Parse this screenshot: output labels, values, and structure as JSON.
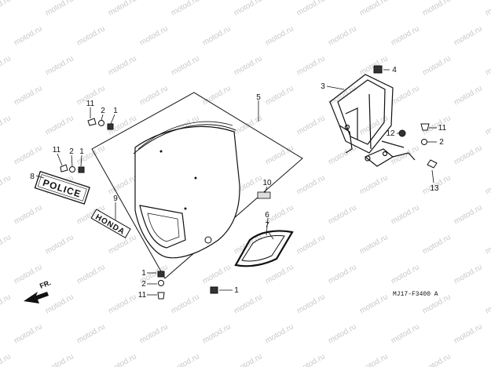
{
  "diagram": {
    "watermark_text": "motod.ru",
    "diagram_code": "MJ17-F3400 A",
    "direction_label": "FR.",
    "decal_police": "POLICE",
    "decal_honda": "HONDA",
    "callouts": {
      "c1_left_top": "1",
      "c2_left_top": "2",
      "c11_left_top": "11",
      "c11_left_mid": "11",
      "c2_left_mid": "2",
      "c1_left_mid": "1",
      "c8": "8",
      "c9": "9",
      "c5": "5",
      "c10": "10",
      "c6": "6",
      "c7": "7",
      "c3": "3",
      "c4": "4",
      "c12": "12",
      "c11_right": "11",
      "c2_right": "2",
      "c13": "13",
      "c1_bottom_left": "1",
      "c2_bottom_left": "2",
      "c11_bottom_left": "11",
      "c1_bottom_right": "1"
    }
  },
  "colors": {
    "ink": "#111111",
    "watermark": "#c9c9c9",
    "background": "#ffffff"
  }
}
